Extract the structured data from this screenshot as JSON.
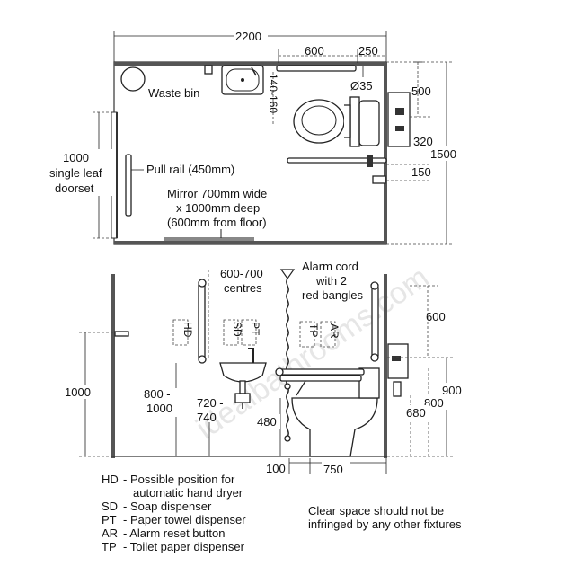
{
  "plan": {
    "dims": {
      "width": "2200",
      "grab_rail": "600",
      "grab_offset": "250",
      "height_140_160": "140-160",
      "rail_diameter": "Ø35",
      "right_500": "500",
      "right_1500": "1500",
      "right_320": "320",
      "right_150": "150",
      "door_1000": "1000"
    },
    "labels": {
      "waste_bin": "Waste bin",
      "pull_rail": "Pull rail (450mm)",
      "door_line1": "single leaf",
      "door_line2": "doorset",
      "mirror_line1": "Mirror 700mm wide",
      "mirror_line2": "x 1000mm deep",
      "mirror_line3": "(600mm from floor)"
    }
  },
  "elevation": {
    "dims": {
      "centres_line1": "600-700",
      "centres_line2": "centres",
      "left_1000": "1000",
      "basin_height_line1": "800 -",
      "basin_height_line2": "1000",
      "basin_rim_line1": "720 -",
      "basin_rim_line2": "740",
      "seat_480": "480",
      "floor_100": "100",
      "floor_750": "750",
      "right_600": "600",
      "right_900": "900",
      "right_800": "800",
      "right_680": "680"
    },
    "labels": {
      "alarm_line1": "Alarm cord",
      "alarm_line2": "with 2",
      "alarm_line3": "red bangles",
      "hd": "HD",
      "sd": "SD",
      "pt": "PT",
      "tp": "TP",
      "ar": "AR"
    }
  },
  "legend": [
    {
      "code": "HD",
      "text": "- Possible position for"
    },
    {
      "code": "",
      "text": "automatic hand dryer"
    },
    {
      "code": "SD",
      "text": "- Soap dispenser"
    },
    {
      "code": "PT",
      "text": "- Paper towel dispenser"
    },
    {
      "code": "AR",
      "text": "- Alarm reset button"
    },
    {
      "code": "TP",
      "text": "- Toilet paper dispenser"
    }
  ],
  "note": {
    "line1": "Clear space should not be",
    "line2": "infringed by any other fixtures"
  },
  "watermark": "idealbathrooms.com",
  "colors": {
    "wall": "#555555",
    "line": "#222222"
  }
}
